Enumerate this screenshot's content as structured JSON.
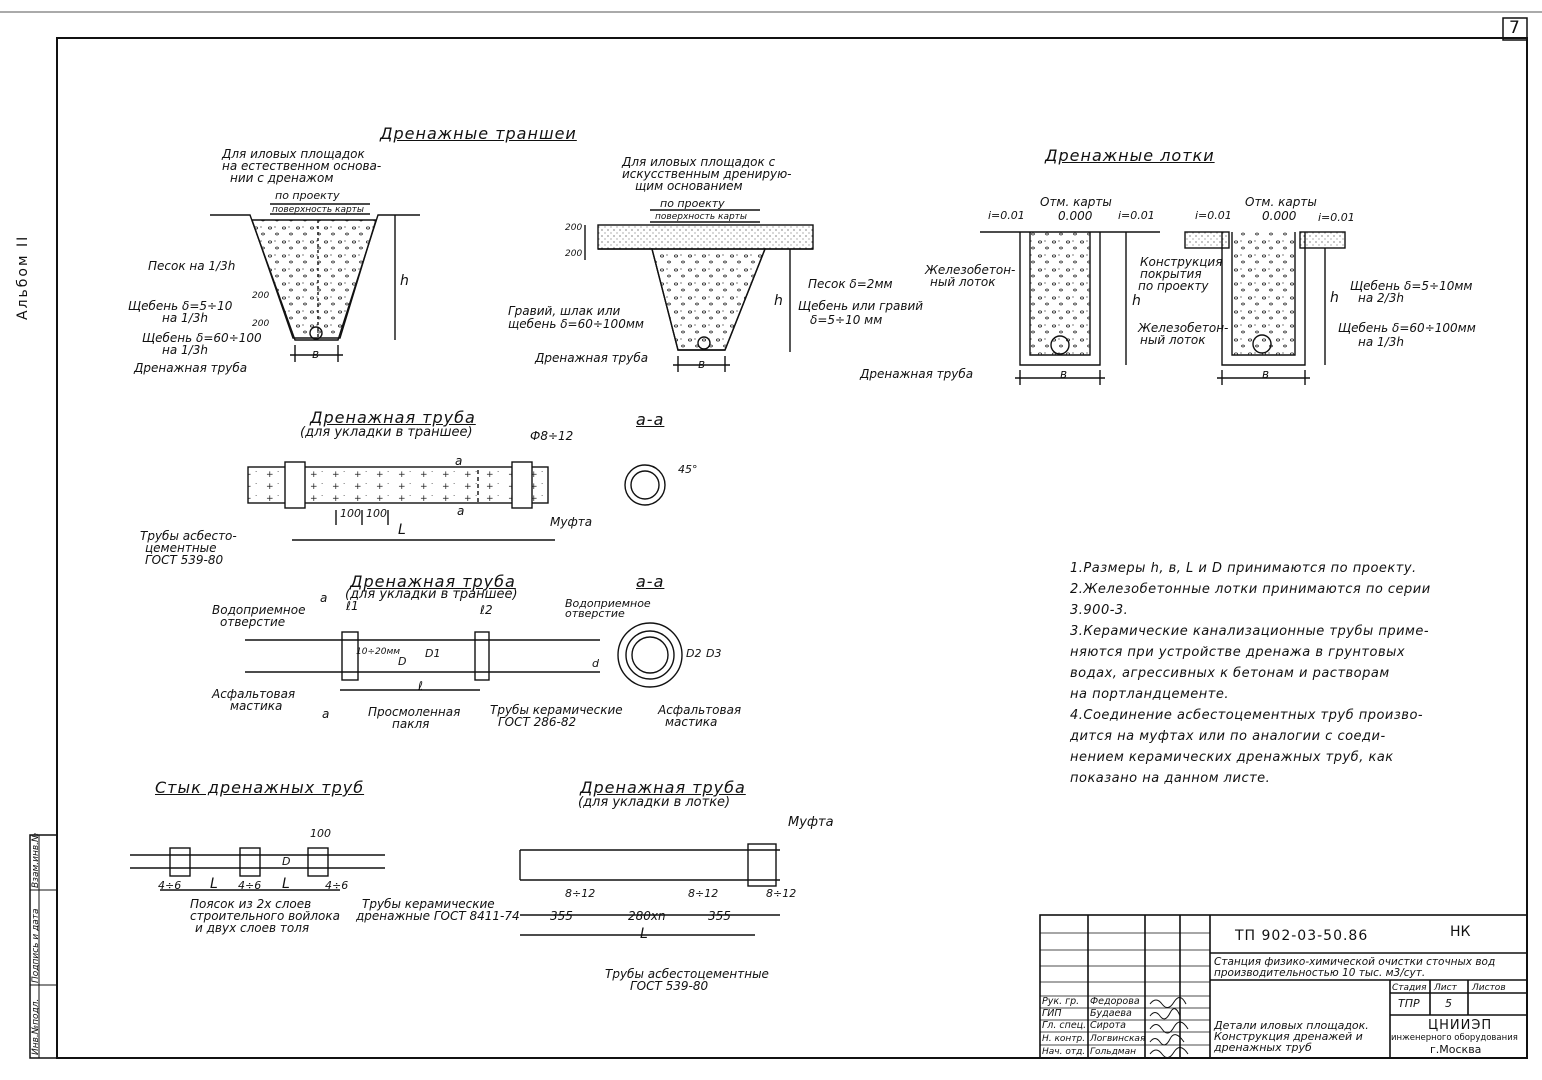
{
  "sheet_number": "7",
  "album_label": "Альбом II",
  "side_stamp": [
    "Инв.№подл.",
    "Подпись и дата",
    "Взам.инв.№"
  ],
  "sections": {
    "trenches_title": "Дренажные траншеи",
    "trays_title": "Дренажные лотки",
    "pipe_trench_title": "Дренажная труба",
    "pipe_trench_sub": "(для укладки в траншее)",
    "pipe_trench2_title": "Дренажная труба",
    "pipe_trench2_sub": "(для укладки в траншее)",
    "joint_title": "Стык дренажных труб",
    "pipe_tray_title": "Дренажная труба",
    "pipe_tray_sub": "(для укладки в лотке)",
    "section_aa_1": "а-а",
    "section_aa_2": "а-а"
  },
  "trench1": {
    "caption": [
      "Для иловых площадок",
      "на естественном основа-",
      "нии с дренажом"
    ],
    "by_project": "по проекту",
    "surface": "поверхность карты",
    "sand": "Песок на 1/3h",
    "gravel1a": "Щебень δ=5÷10",
    "gravel1b": "на 1/3h",
    "gravel2a": "Щебень δ=60÷100",
    "gravel2b": "на 1/3h",
    "pipe": "Дренажная труба",
    "dim_200a": "200",
    "dim_200b": "200",
    "h": "h",
    "b": "в"
  },
  "trench2": {
    "caption": [
      "Для иловых площадок с",
      "искусственным дренирую-",
      "щим основанием"
    ],
    "by_project": "по проекту",
    "surface": "поверхность карты",
    "dim_200a": "200",
    "dim_200b": "200",
    "gravel": "Гравий, шлак или",
    "gravel2": "щебень δ=60÷100мм",
    "sand": "Песок δ=2мм",
    "gravel3": "Щебень или гравий",
    "gravel3b": "δ=5÷10 мм",
    "pipe": "Дренажная труба",
    "h": "h",
    "b": "в"
  },
  "tray1": {
    "mark": "Отм. карты",
    "zero": "0.000",
    "i_left": "i=0.01",
    "i_right": "i=0.01",
    "rc_tray_a": "Железобетон-",
    "rc_tray_b": "ный лоток",
    "pipe": "Дренажная труба",
    "h": "h",
    "b": "в"
  },
  "tray2": {
    "mark": "Отм. карты",
    "zero": "0.000",
    "i_left": "i=0.01",
    "i_right": "i=0.01",
    "cover_a": "Конструкция",
    "cover_b": "покрытия",
    "cover_c": "по проекту",
    "rc_tray_a": "Железобетон-",
    "rc_tray_b": "ный лоток",
    "gravel1a": "Щебень δ=5÷10мм",
    "gravel1b": "на 2/3h",
    "gravel2a": "Щебень δ=60÷100мм",
    "gravel2b": "на 1/3h",
    "h": "h",
    "b": "в"
  },
  "pipe1": {
    "phi": "Ф8÷12",
    "a_top": "а",
    "a_bottom": "а",
    "dim_100a": "100",
    "dim_100b": "100",
    "L": "L",
    "pipes_a": "Трубы асбесто-",
    "pipes_b": "цементные",
    "pipes_c": "ГОСТ 539-80",
    "coupling": "Муфта",
    "angle": "45°"
  },
  "pipe2": {
    "intake_a": "Водоприемное",
    "intake_b": "отверстие",
    "a_top": "а",
    "a_bottom": "а",
    "l1": "ℓ1",
    "l2": "ℓ2",
    "l": "ℓ",
    "gap": "10÷20мм",
    "D": "D",
    "D1": "D1",
    "asphalt_a": "Асфальтовая",
    "asphalt_b": "мастика",
    "tow_a": "Просмоленная",
    "tow_b": "пакля",
    "ceramic_a": "Трубы керамические",
    "ceramic_b": "ГОСТ 286-82",
    "intake2_a": "Водоприемное",
    "intake2_b": "отверстие",
    "asphalt2_a": "Асфальтовая",
    "asphalt2_b": "мастика",
    "D2": "D2",
    "D3": "D3",
    "d": "d"
  },
  "joint": {
    "dim_100": "100",
    "dim_46a": "4÷6",
    "dim_46b": "4÷6",
    "dim_46c": "4÷6",
    "La": "L",
    "Lb": "L",
    "D": "D",
    "belt_a": "Поясок из 2х слоев",
    "belt_b": "строительного войлока",
    "belt_c": "и двух слоев толя",
    "ceramic_a": "Трубы керамические",
    "ceramic_b": "дренажные ГОСТ 8411-74"
  },
  "pipe3": {
    "coupling": "Муфта",
    "d812a": "8÷12",
    "d812b": "8÷12",
    "d812c": "8÷12",
    "d355a": "355",
    "d280": "280хn",
    "d355b": "355",
    "L": "L",
    "pipes_a": "Трубы асбестоцементные",
    "pipes_b": "ГОСТ 539-80"
  },
  "notes": [
    "1.Размеры h, в, L и D принимаются по проекту.",
    "2.Железобетонные лотки принимаются по серии",
    "   3.900-3.",
    "3.Керамические канализационные трубы приме-",
    "   няются при устройстве дренажа в грунтовых",
    "   водах, агрессивных к бетонам и растворам",
    "   на портландцементе.",
    "4.Соединение асбестоцементных труб произво-",
    "   дится на муфтах или по аналогии с соеди-",
    "   нением керамических дренажных труб, как",
    "   показано на данном листе."
  ],
  "title_block": {
    "code": "ТП 902-03-50.86",
    "mark": "НК",
    "project_a": "Станция физико-химической очистки сточных вод",
    "project_b": "производительностью 10 тыс. м3/сут.",
    "drawing_a": "Детали иловых площадок.",
    "drawing_b": "Конструкция дренажей и",
    "drawing_c": "дренажных труб",
    "stage_h": "Стадия",
    "sheet_h": "Лист",
    "sheets_h": "Листов",
    "stage": "ТПР",
    "sheet": "5",
    "org_a": "ЦНИИЭП",
    "org_b": "инженерного оборудования",
    "org_c": "г.Москва",
    "people": [
      {
        "role": "Рук. гр.",
        "name": "Федорова"
      },
      {
        "role": "ГИП",
        "name": "Будаева"
      },
      {
        "role": "Гл. спец.",
        "name": "Сирота"
      },
      {
        "role": "Н. контр.",
        "name": "Логвинская"
      },
      {
        "role": "Нач. отд.",
        "name": "Гольдман"
      }
    ]
  }
}
